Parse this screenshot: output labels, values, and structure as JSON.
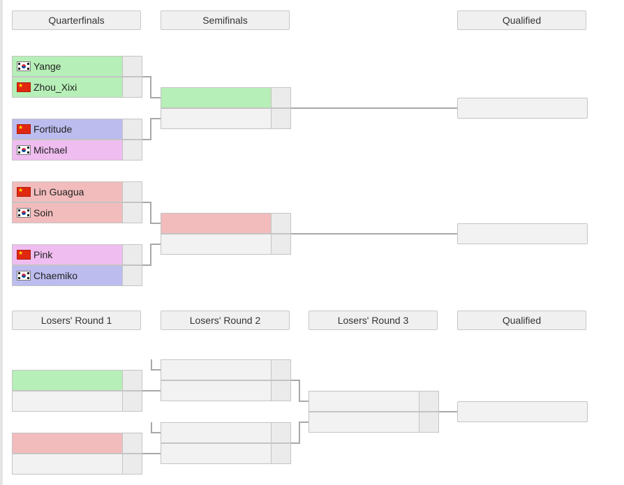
{
  "colors": {
    "green": "#b6efb7",
    "blue": "#bcbcef",
    "pink": "#f0bdf0",
    "red": "#f2bcbc",
    "empty": "#f2f2f2"
  },
  "headers": {
    "quarterfinals": "Quarterfinals",
    "semifinals": "Semifinals",
    "qualified_top": "Qualified",
    "losers_round_1": "Losers' Round 1",
    "losers_round_2": "Losers' Round 2",
    "losers_round_3": "Losers' Round 3",
    "qualified_bottom": "Qualified"
  },
  "quarterfinals": [
    {
      "name": "Yange",
      "flag": "kr",
      "color": "green"
    },
    {
      "name": "Zhou_Xixi",
      "flag": "cn",
      "color": "green"
    },
    {
      "name": "Fortitude",
      "flag": "cn",
      "color": "blue"
    },
    {
      "name": "Michael",
      "flag": "kr",
      "color": "pink"
    },
    {
      "name": "Lin Guagua",
      "flag": "cn",
      "color": "red"
    },
    {
      "name": "Soin",
      "flag": "kr",
      "color": "red"
    },
    {
      "name": "Pink",
      "flag": "cn",
      "color": "pink"
    },
    {
      "name": "Chaemiko",
      "flag": "kr",
      "color": "blue"
    }
  ],
  "semifinals": [
    {
      "name": "",
      "color": "green"
    },
    {
      "name": "",
      "color": "empty"
    },
    {
      "name": "",
      "color": "red"
    },
    {
      "name": "",
      "color": "empty"
    }
  ],
  "losers_round_1": [
    {
      "name": "",
      "color": "green"
    },
    {
      "name": "",
      "color": "empty"
    },
    {
      "name": "",
      "color": "red"
    },
    {
      "name": "",
      "color": "empty"
    }
  ],
  "losers_round_2": [
    {
      "name": "",
      "color": "empty"
    },
    {
      "name": "",
      "color": "empty"
    },
    {
      "name": "",
      "color": "empty"
    },
    {
      "name": "",
      "color": "empty"
    }
  ],
  "losers_round_3": [
    {
      "name": "",
      "color": "empty"
    },
    {
      "name": "",
      "color": "empty"
    }
  ]
}
